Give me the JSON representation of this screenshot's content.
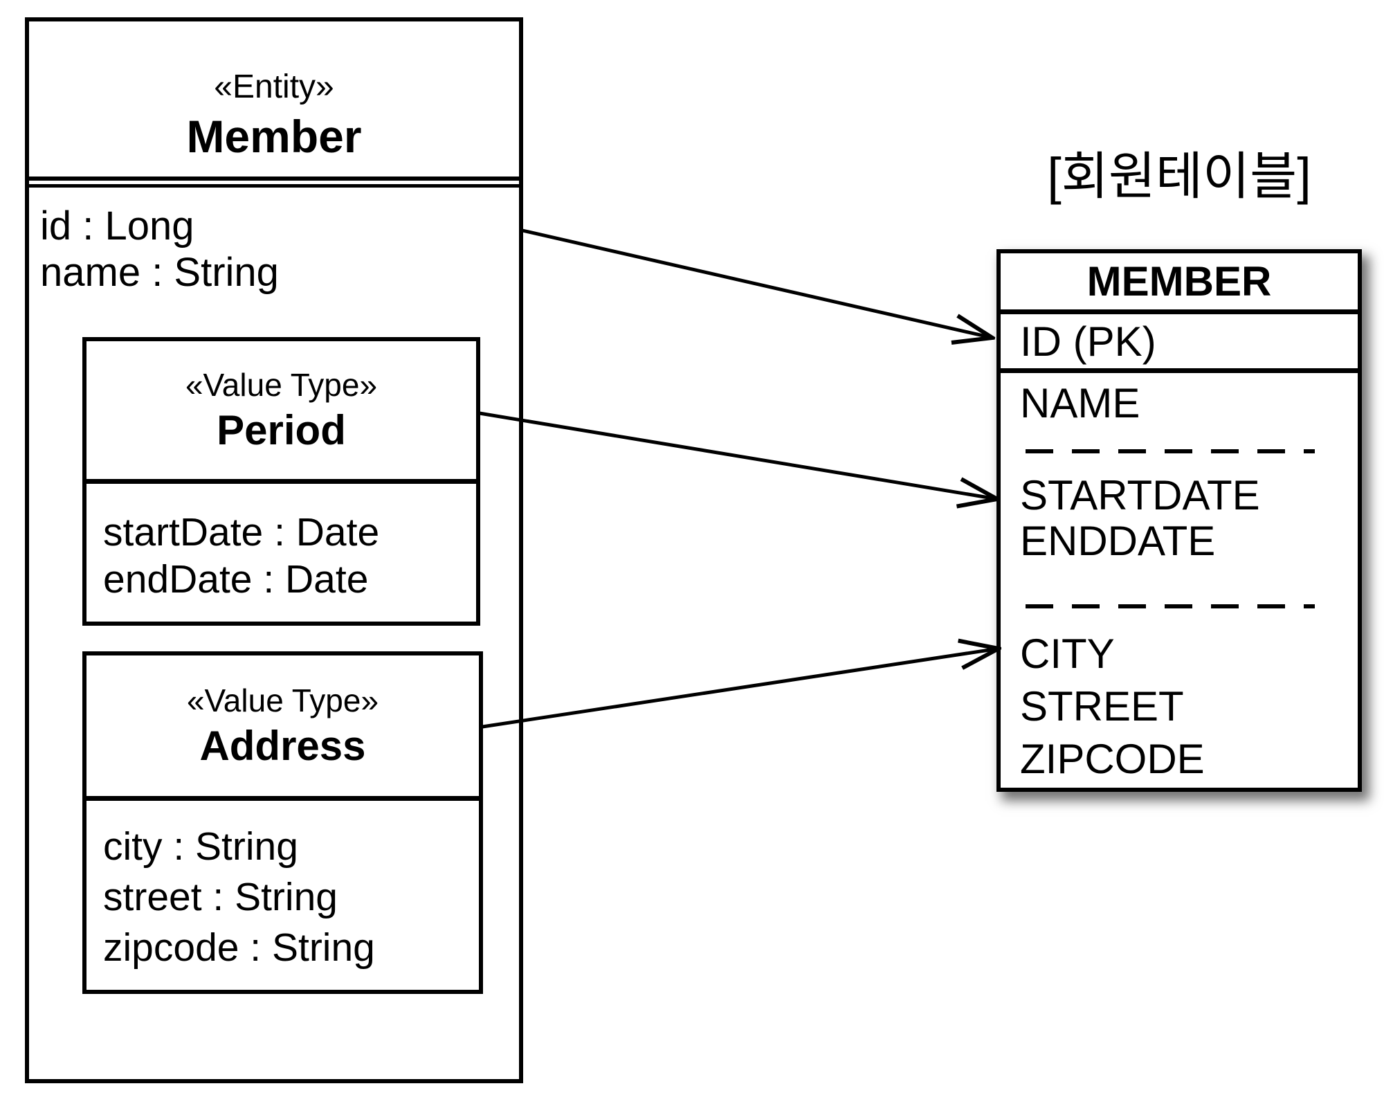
{
  "page": {
    "background": "#ffffff",
    "ink": "#000000",
    "shadow": "rgba(0,0,0,0.55)"
  },
  "entity_box": {
    "stereotype": "«Entity»",
    "name": "Member",
    "attributes": [
      "id : Long",
      "name : String"
    ]
  },
  "period_box": {
    "stereotype": "«Value Type»",
    "name": "Period",
    "attributes": [
      "startDate : Date",
      "endDate : Date"
    ]
  },
  "address_box": {
    "stereotype": "«Value Type»",
    "name": "Address",
    "attributes": [
      "city : String",
      "street : String",
      "zipcode : String"
    ]
  },
  "table": {
    "caption": "[회원테이블]",
    "name": "MEMBER",
    "pk_row": "ID (PK)",
    "group1": [
      "NAME"
    ],
    "group2": [
      "STARTDATE",
      "ENDDATE"
    ],
    "group3": [
      "CITY",
      "STREET",
      "ZIPCODE"
    ]
  }
}
